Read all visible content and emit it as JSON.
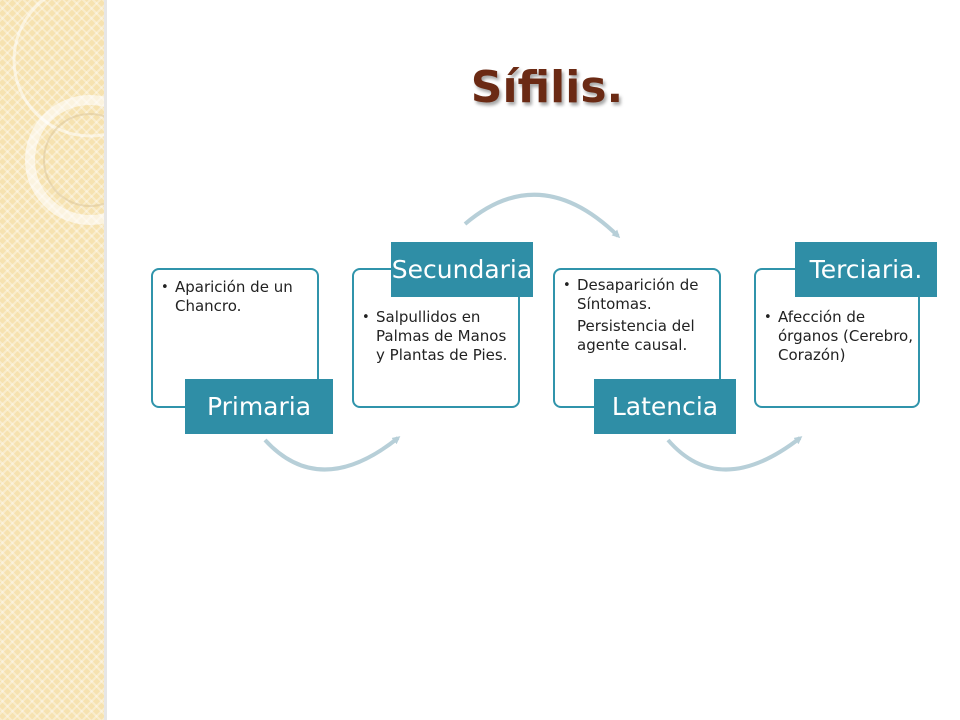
{
  "title": "Sífilis.",
  "stages": [
    {
      "label": "Primaria",
      "bullets": [
        "Aparición de un Chancro."
      ]
    },
    {
      "label": "Secundaria",
      "bullets": [
        "Salpullidos en Palmas de Manos y Plantas de Pies."
      ]
    },
    {
      "label": "Latencia",
      "bullets": [
        "Desaparición de Síntomas."
      ],
      "continuation": "Persistencia del agente causal."
    },
    {
      "label": "Terciaria.",
      "bullets": [
        "Afección de órganos (Cerebro, Corazón)"
      ]
    }
  ],
  "colors": {
    "accent": "#2f8ea6",
    "border": "#3094ab",
    "arrow": "#b7cfd8",
    "title": "#6b2a14",
    "band": "#f6e2b0"
  }
}
